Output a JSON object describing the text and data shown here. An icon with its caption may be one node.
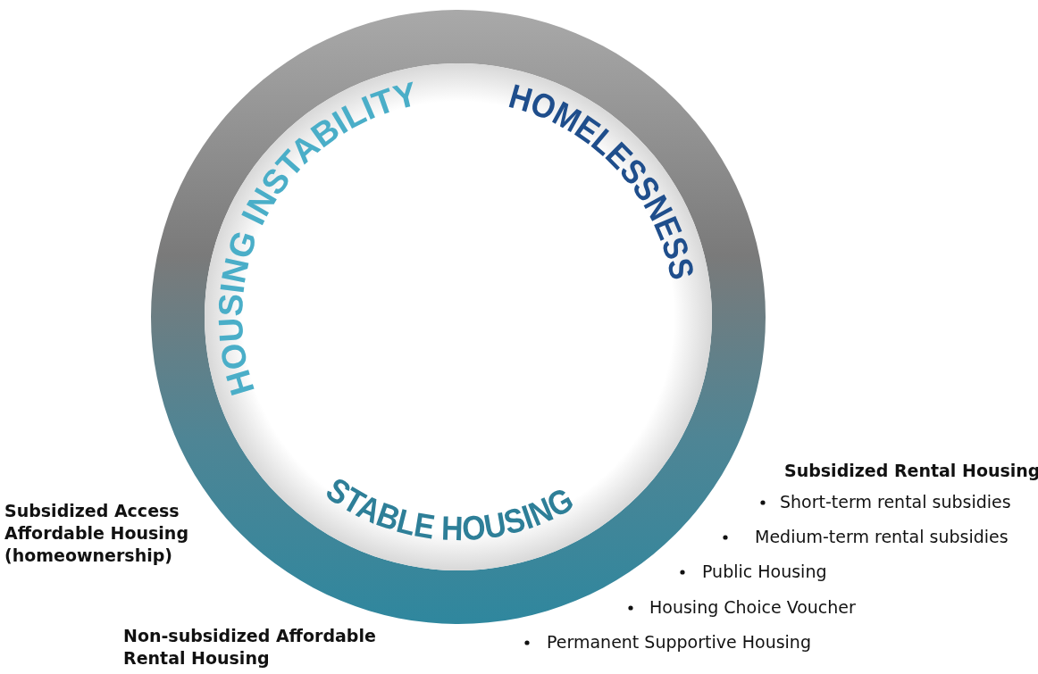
{
  "diagram": {
    "nodes": [
      {
        "text": [
          "HOUSING INSTABILITY",
          "HOMELESSNESS",
          "STABLE HOUSING"
        ]
      }
    ],
    "labels": [
      "Subsidized Access Affordable Housing (homeownership)",
      "Non-subsidized Affordable Rental Housing",
      "Subsidized Rental Housing",
      "Short-term rental subsidies",
      "Medium-term rental subsidies",
      "Public Housing",
      "Housing Choice Voucher",
      "Permanent Supportive Housing"
    ]
  }
}
